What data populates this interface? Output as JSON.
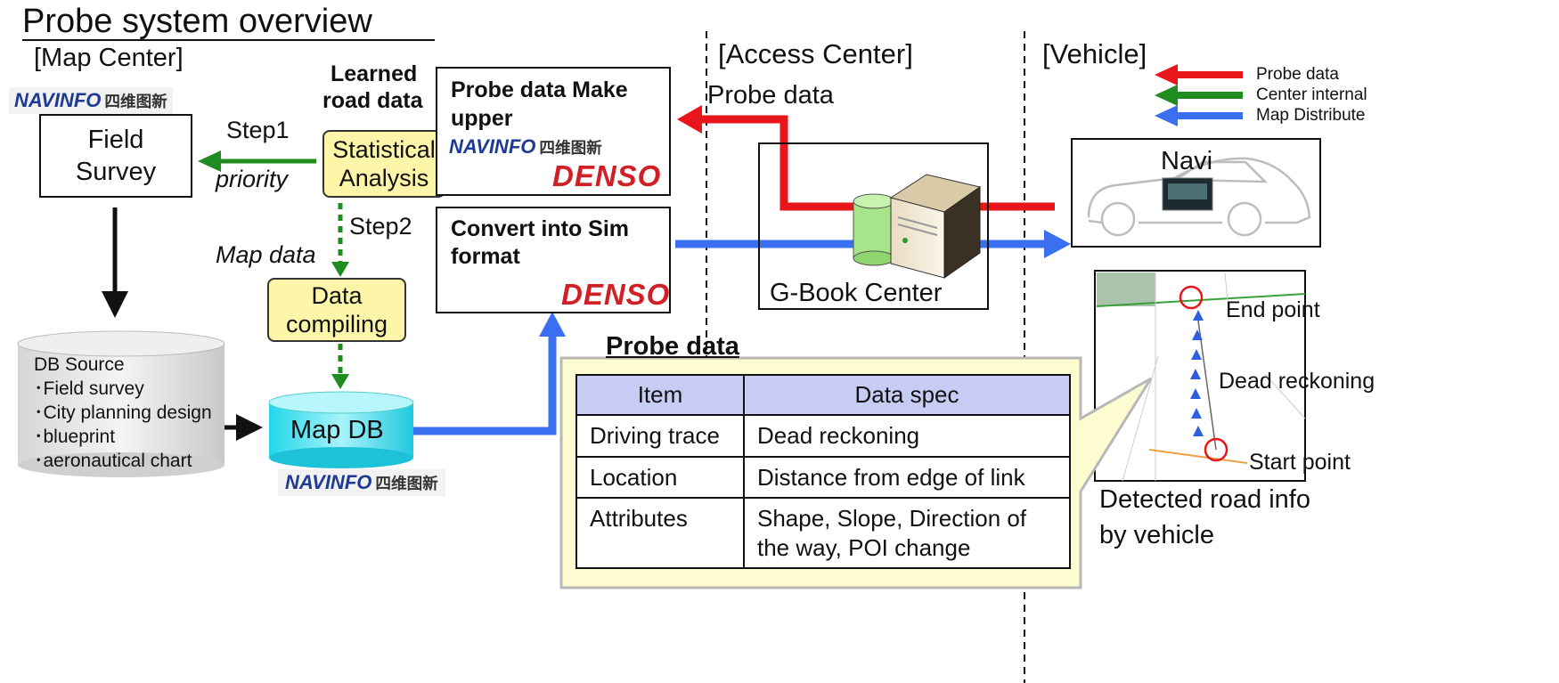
{
  "title": "Probe system overview",
  "sections": {
    "map_center": "[Map Center]",
    "access_center": "[Access Center]",
    "vehicle": "[Vehicle]"
  },
  "legend": {
    "probe": "Probe data",
    "internal": "Center internal",
    "distribute": "Map Distribute",
    "colors": {
      "probe": "#e8161b",
      "internal": "#1e8c1e",
      "distribute": "#3a6ff0"
    }
  },
  "logos": {
    "navinfo_main": "NAVINFO",
    "navinfo_cn": "四维图新",
    "denso": "DENSO"
  },
  "labels": {
    "field_survey_line1": "Field",
    "field_survey_line2": "Survey",
    "step1": "Step1",
    "priority": "priority",
    "learned_line1": "Learned",
    "learned_line2": "road data",
    "stat_line1": "Statistical",
    "stat_line2": "Analysis",
    "step2": "Step2",
    "map_data": "Map data",
    "compile_line1": "Data",
    "compile_line2": "compiling",
    "map_db": "Map DB",
    "probe_make_line1": "Probe data Make",
    "probe_make_line2": "upper",
    "convert_line1": "Convert into Sim",
    "convert_line2": "format",
    "probe_data_arrow": "Probe data",
    "gbook": "G-Book Center",
    "navi": "Navi",
    "end_point": "End point",
    "dead_reckoning": "Dead reckoning",
    "start_point": "Start point",
    "detected_line1": "Detected  road info",
    "detected_line2": "by vehicle"
  },
  "db_source": {
    "title": "DB Source",
    "items": [
      "･Field survey",
      "･City planning design",
      "･blueprint",
      "･aeronautical chart"
    ]
  },
  "probe_table": {
    "heading": "Probe data",
    "headers": [
      "Item",
      "Data spec"
    ],
    "rows": [
      [
        "Driving trace",
        "Dead reckoning"
      ],
      [
        "Location",
        "Distance from edge of link"
      ],
      [
        "Attributes",
        "Shape, Slope, Direction of the way, POI change"
      ]
    ]
  }
}
